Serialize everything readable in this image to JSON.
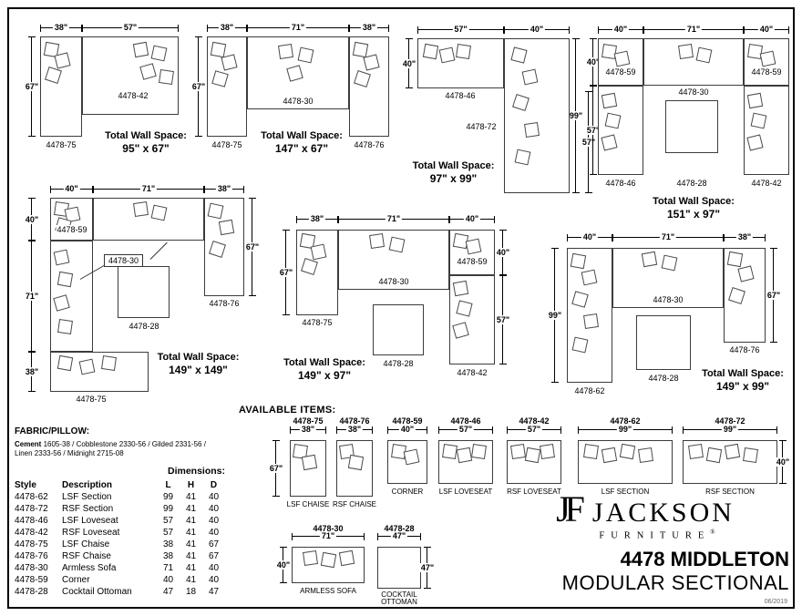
{
  "strings": {
    "total_wall_space": "Total Wall Space:"
  },
  "configs": {
    "c1": {
      "top1": "38\"",
      "top2": "57\"",
      "left": "67\"",
      "loveseat": "4478-42",
      "chaise": "4478-75",
      "total": "95\" x 67\""
    },
    "c2": {
      "top1": "38\"",
      "top2": "71\"",
      "top3": "38\"",
      "left": "67\"",
      "lchaise": "4478-75",
      "armless": "4478-30",
      "rchaise": "4478-76",
      "total": "147\" x 67\""
    },
    "c3": {
      "top1": "57\"",
      "top2": "40\"",
      "left": "40\"",
      "right_outer": "99\"",
      "right_inner": "57\"",
      "loveseat": "4478-46",
      "section": "4478-72",
      "total": "97\" x 99\""
    },
    "c4": {
      "top1": "40\"",
      "top2": "71\"",
      "top3": "40\"",
      "left1": "40\"",
      "left2": "57\"",
      "corner_left": "4478-59",
      "armless": "4478-30",
      "corner_right": "4478-59",
      "loveseat_left": "4478-46",
      "ottoman": "4478-28",
      "loveseat_right": "4478-42",
      "total": "151\" x 97\""
    },
    "c5": {
      "top1": "40\"",
      "top2": "71\"",
      "top3": "38\"",
      "left1": "40\"",
      "left2": "71\"",
      "left3": "38\"",
      "right": "67\"",
      "corner": "4478-59",
      "armless": "4478-30",
      "rchaise": "4478-76",
      "ottoman": "4478-28",
      "bchaise": "4478-75",
      "total": "149\" x 149\""
    },
    "c6": {
      "top1": "38\"",
      "top2": "71\"",
      "top3": "40\"",
      "left": "67\"",
      "right1": "40\"",
      "right2": "57\"",
      "lchaise": "4478-75",
      "armless": "4478-30",
      "corner": "4478-59",
      "loveseat": "4478-42",
      "ottoman": "4478-28",
      "total": "149\" x 97\""
    },
    "c7": {
      "top1": "40\"",
      "top2": "71\"",
      "top3": "38\"",
      "left": "99\"",
      "right": "67\"",
      "section": "4478-62",
      "armless": "4478-30",
      "rchaise": "4478-76",
      "ottoman": "4478-28",
      "total": "149\" x 99\""
    }
  },
  "available_items": {
    "heading": "AVAILABLE ITEMS:",
    "chaise_length": "67\"",
    "items": [
      {
        "style": "4478-75",
        "width": "38\"",
        "name": "LSF CHAISE"
      },
      {
        "style": "4478-76",
        "width": "38\"",
        "name": "RSF CHAISE"
      },
      {
        "style": "4478-59",
        "width": "40\"",
        "name": "CORNER"
      },
      {
        "style": "4478-46",
        "width": "57\"",
        "name": "LSF LOVESEAT"
      },
      {
        "style": "4478-42",
        "width": "57\"",
        "name": "RSF LOVESEAT"
      },
      {
        "style": "4478-62",
        "width": "99\"",
        "name": "LSF SECTION"
      },
      {
        "style": "4478-72",
        "width": "99\"",
        "name": "RSF SECTION",
        "depth": "40\""
      }
    ],
    "row2": [
      {
        "style": "4478-30",
        "width": "71\"",
        "name": "ARMLESS SOFA",
        "depth": "40\""
      },
      {
        "style": "4478-28",
        "width": "47\"",
        "name_line1": "COCKTAIL",
        "name_line2": "OTTOMAN",
        "depth": "47\""
      }
    ]
  },
  "fabric": {
    "heading": "FABRIC/PILLOW:",
    "brand_word": "Cement",
    "line1_rest": " 1605-38 / Cobblestone 2330-56 / Gilded 2331-56 /",
    "line2": "Linen 2333-56 / Midnight 2715-08"
  },
  "table": {
    "heading": "Dimensions:",
    "columns": [
      "Style",
      "Description",
      "L",
      "H",
      "D"
    ],
    "rows": [
      [
        "4478-62",
        "LSF Section",
        "99",
        "41",
        "40"
      ],
      [
        "4478-72",
        "RSF Section",
        "99",
        "41",
        "40"
      ],
      [
        "4478-46",
        "LSF Loveseat",
        "57",
        "41",
        "40"
      ],
      [
        "4478-42",
        "RSF Loveseat",
        "57",
        "41",
        "40"
      ],
      [
        "4478-75",
        "LSF Chaise",
        "38",
        "41",
        "67"
      ],
      [
        "4478-76",
        "RSF Chaise",
        "38",
        "41",
        "67"
      ],
      [
        "4478-30",
        "Armless Sofa",
        "71",
        "41",
        "40"
      ],
      [
        "4478-59",
        "Corner",
        "40",
        "41",
        "40"
      ],
      [
        "4478-28",
        "Cocktail Ottoman",
        "47",
        "18",
        "47"
      ]
    ]
  },
  "brand": {
    "monogram": "JF",
    "name": "JACKSON",
    "sub": "FURNITURE",
    "reg": "®",
    "product_line1": "4478 MIDDLETON",
    "product_line2": "MODULAR SECTIONAL"
  },
  "footer": {
    "date": "06/2019"
  }
}
